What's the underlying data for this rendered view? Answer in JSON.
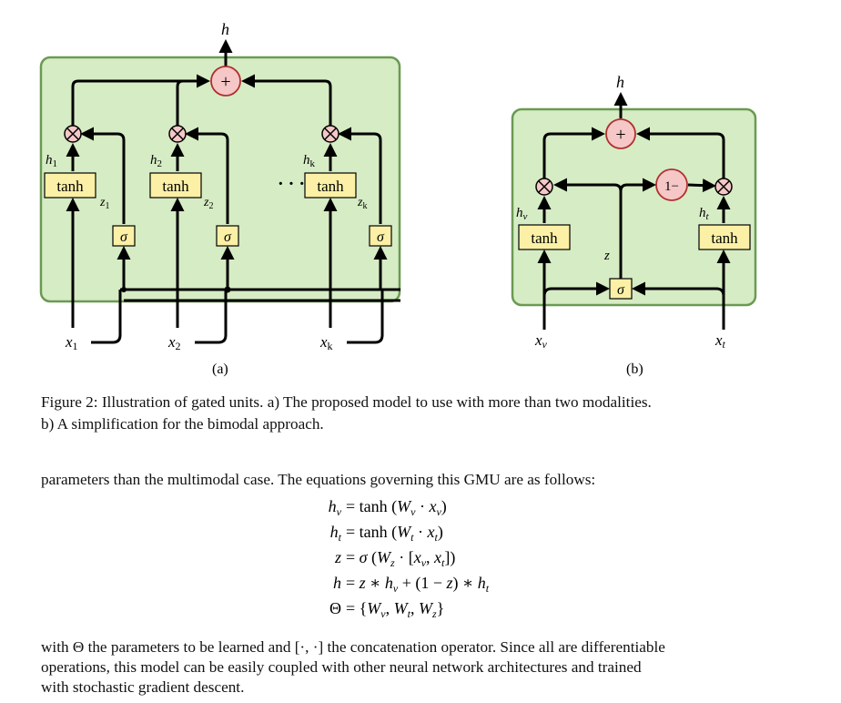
{
  "figure": {
    "panel_a": {
      "label": "(a)",
      "output": "h",
      "sum_symbol": "+",
      "hidden_labels": [
        "h",
        "h",
        "h"
      ],
      "hidden_subs": [
        "1",
        "2",
        "k"
      ],
      "gate_labels": [
        "z",
        "z",
        "z"
      ],
      "gate_subs": [
        "1",
        "2",
        "k"
      ],
      "input_labels": [
        "x",
        "x",
        "x"
      ],
      "input_subs": [
        "1",
        "2",
        "k"
      ],
      "tanh_label": "tanh",
      "sigma_label": "σ",
      "mult_symbol": "⊗",
      "ellipsis": "· · ·"
    },
    "panel_b": {
      "label": "(b)",
      "output": "h",
      "sum_symbol": "+",
      "one_minus": "1−",
      "hv": "h",
      "hv_sub": "v",
      "ht": "h",
      "ht_sub": "t",
      "z": "z",
      "xv": "x",
      "xv_sub": "v",
      "xt": "x",
      "xt_sub": "t",
      "tanh_label": "tanh",
      "sigma_label": "σ"
    },
    "colors": {
      "panel_fill": "#d6ecc4",
      "panel_stroke": "#6a9a52",
      "node_fill": "#f6c7c7",
      "box_fill": "#fbf0a6"
    }
  },
  "caption": {
    "line1": "Figure 2: Illustration of gated units. a) The proposed model to use with more than two modalities.",
    "line2": "b) A simplification for the bimodal approach."
  },
  "text": {
    "intro": "parameters than the multimodal case. The equations governing this GMU are as follows:",
    "outro_1": "with Θ the parameters to be learned and [·, ·] the concatenation operator. Since all are differentiable",
    "outro_2": "operations, this model can be easily coupled with other neural network architectures and trained",
    "outro_3": "with stochastic gradient descent."
  },
  "equations": [
    {
      "lhs": "h_v",
      "rhs": "tanh (W_v · x_v)"
    },
    {
      "lhs": "h_t",
      "rhs": "tanh (W_t · x_t)"
    },
    {
      "lhs": "z",
      "rhs": "σ (W_z · [x_v, x_t])"
    },
    {
      "lhs": "h",
      "rhs": "z ∗ h_v + (1 − z) ∗ h_t"
    },
    {
      "lhs": "Θ",
      "rhs": "{W_v, W_t, W_z}"
    }
  ]
}
